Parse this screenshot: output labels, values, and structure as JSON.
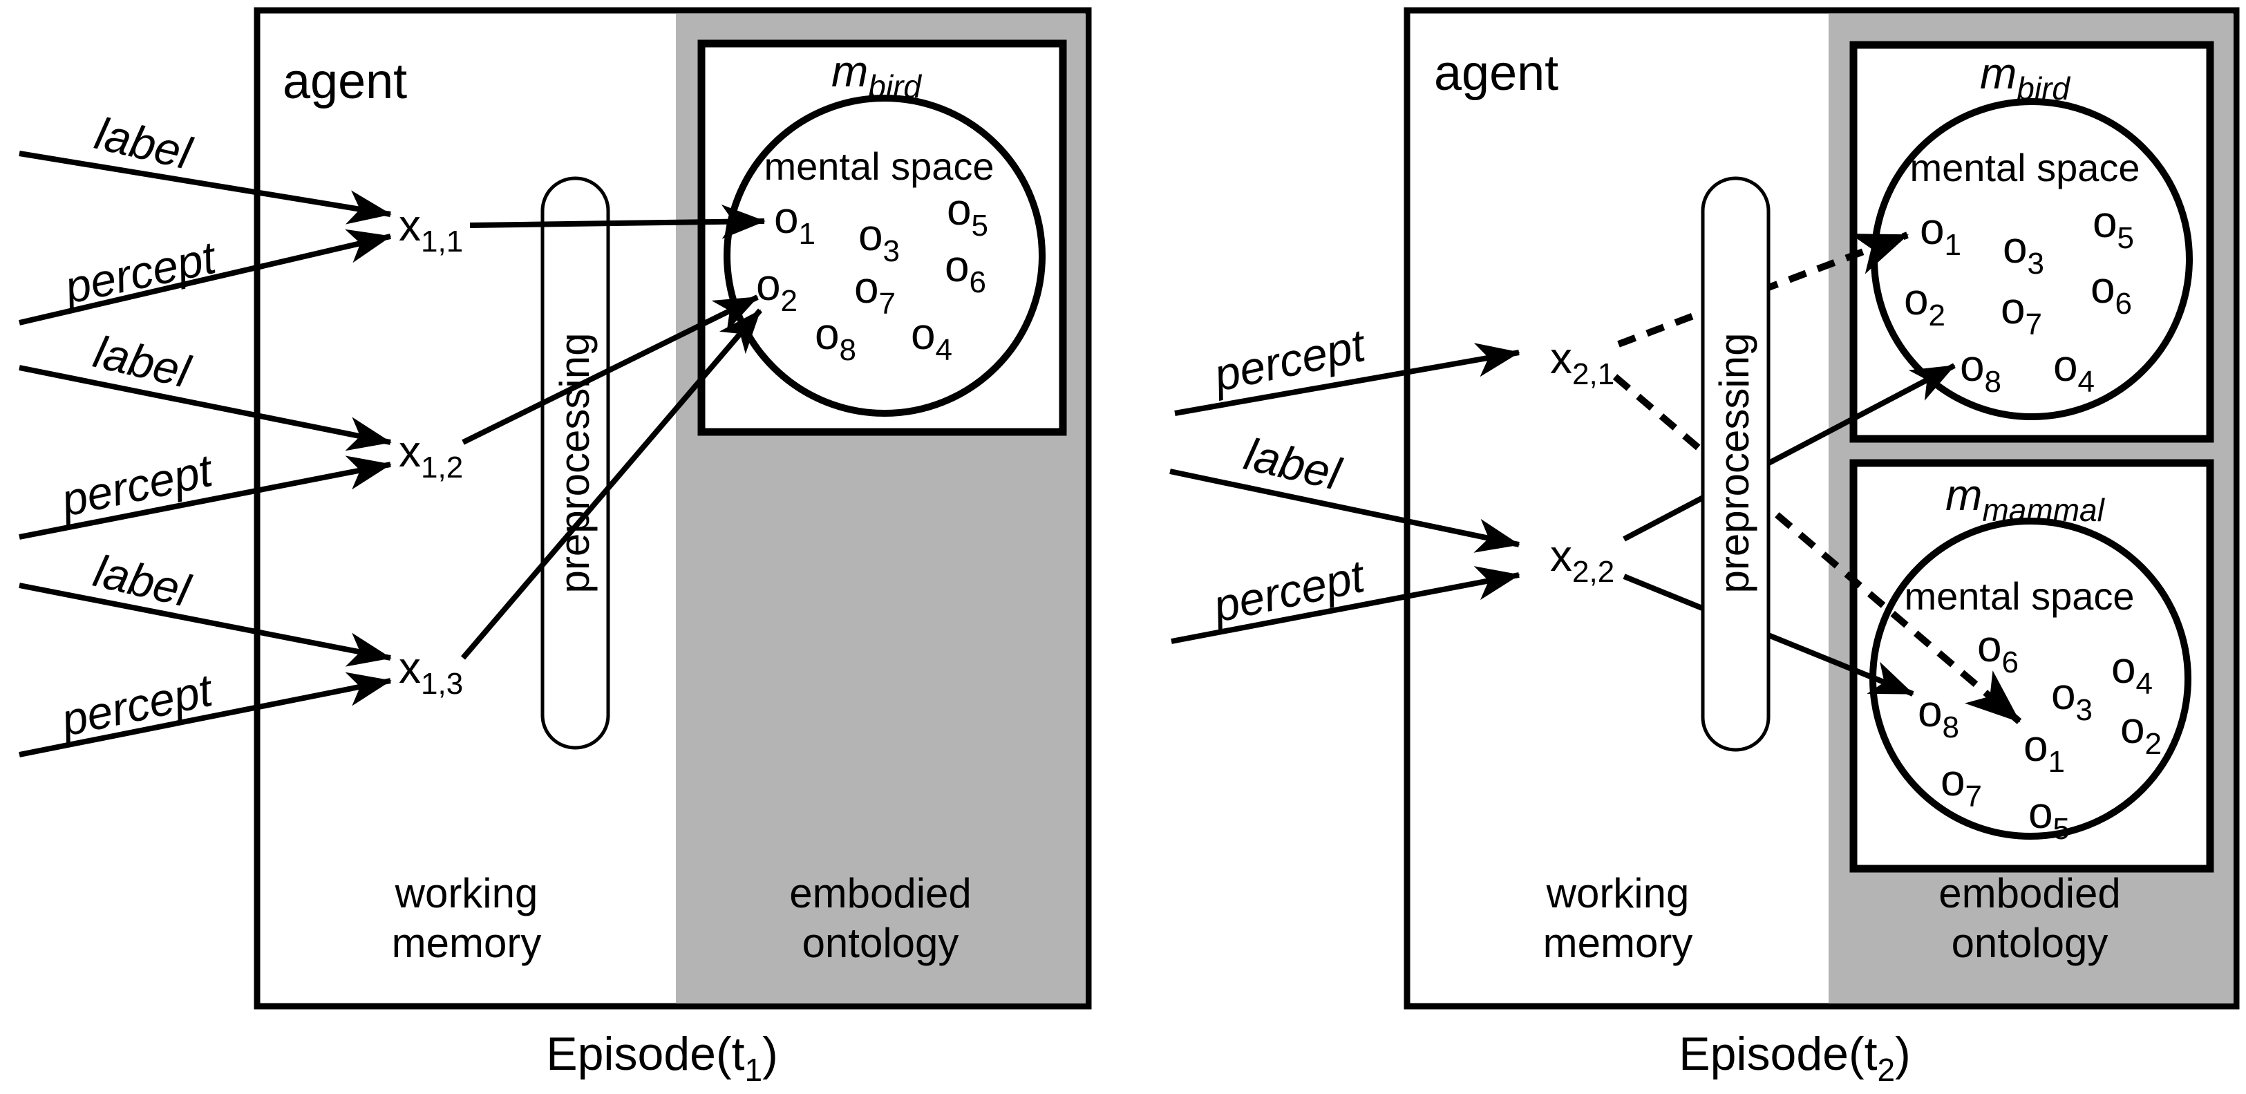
{
  "colors": {
    "gray": "#b4b4b4",
    "black": "#000000",
    "white": "#ffffff"
  },
  "panel1": {
    "agent_label": "agent",
    "episode": {
      "pre": "Episode(t",
      "sub": "1",
      "post": ")"
    },
    "working_memory": [
      "working",
      "memory"
    ],
    "embodied_ontology": [
      "embodied",
      "ontology"
    ],
    "preprocessing": "preprocessing",
    "inputs": [
      {
        "text": "label"
      },
      {
        "text": "percept"
      },
      {
        "text": "label"
      },
      {
        "text": "percept"
      },
      {
        "text": "label"
      },
      {
        "text": "percept"
      }
    ],
    "x_nodes": [
      {
        "base": "x",
        "sub": "1,1"
      },
      {
        "base": "x",
        "sub": "1,2"
      },
      {
        "base": "x",
        "sub": "1,3"
      }
    ],
    "bird": {
      "title": {
        "base": "m",
        "sub": "bird"
      },
      "mental_space": "mental space",
      "objects": [
        {
          "base": "o",
          "sub": "1"
        },
        {
          "base": "o",
          "sub": "3"
        },
        {
          "base": "o",
          "sub": "5"
        },
        {
          "base": "o",
          "sub": "2"
        },
        {
          "base": "o",
          "sub": "7"
        },
        {
          "base": "o",
          "sub": "6"
        },
        {
          "base": "o",
          "sub": "8"
        },
        {
          "base": "o",
          "sub": "4"
        }
      ]
    }
  },
  "panel2": {
    "agent_label": "agent",
    "episode": {
      "pre": "Episode(t",
      "sub": "2",
      "post": ")"
    },
    "working_memory": [
      "working",
      "memory"
    ],
    "embodied_ontology": [
      "embodied",
      "ontology"
    ],
    "preprocessing": "preprocessing",
    "inputs": [
      {
        "text": "percept"
      },
      {
        "text": "label"
      },
      {
        "text": "percept"
      }
    ],
    "x_nodes": [
      {
        "base": "x",
        "sub": "2,1"
      },
      {
        "base": "x",
        "sub": "2,2"
      }
    ],
    "bird": {
      "title": {
        "base": "m",
        "sub": "bird"
      },
      "mental_space": "mental space",
      "objects": [
        {
          "base": "o",
          "sub": "1"
        },
        {
          "base": "o",
          "sub": "3"
        },
        {
          "base": "o",
          "sub": "5"
        },
        {
          "base": "o",
          "sub": "2"
        },
        {
          "base": "o",
          "sub": "7"
        },
        {
          "base": "o",
          "sub": "6"
        },
        {
          "base": "o",
          "sub": "8"
        },
        {
          "base": "o",
          "sub": "4"
        }
      ]
    },
    "mammal": {
      "title": {
        "base": "m",
        "sub": "mammal"
      },
      "mental_space": "mental space",
      "objects": [
        {
          "base": "o",
          "sub": "6"
        },
        {
          "base": "o",
          "sub": "4"
        },
        {
          "base": "o",
          "sub": "3"
        },
        {
          "base": "o",
          "sub": "2"
        },
        {
          "base": "o",
          "sub": "8"
        },
        {
          "base": "o",
          "sub": "1"
        },
        {
          "base": "o",
          "sub": "7"
        },
        {
          "base": "o",
          "sub": "5"
        }
      ]
    }
  }
}
